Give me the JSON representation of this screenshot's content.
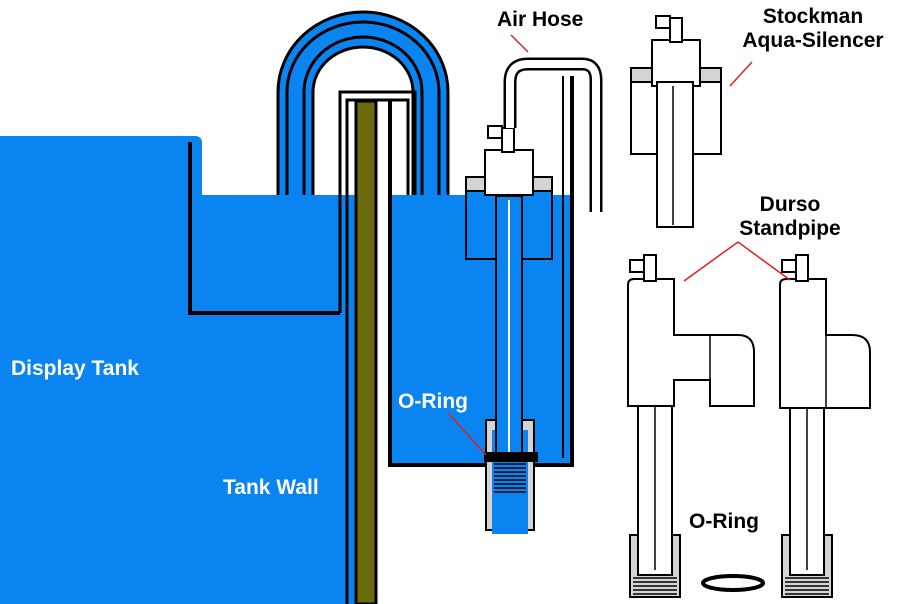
{
  "labels": {
    "air_hose": "Air Hose",
    "stockman_line1": "Stockman",
    "stockman_line2": "Aqua-Silencer",
    "durso_line1": "Durso",
    "durso_line2": "Standpipe",
    "display_tank": "Display Tank",
    "tank_wall": "Tank Wall",
    "o_ring_overflow": "O-Ring",
    "o_ring_loose": "O-Ring"
  },
  "colors": {
    "water": "#0a84f0",
    "tank_wall": "#6b6b0c",
    "outline": "#000000",
    "fitting": "#d4d4d4",
    "label_line": "#e02020"
  }
}
